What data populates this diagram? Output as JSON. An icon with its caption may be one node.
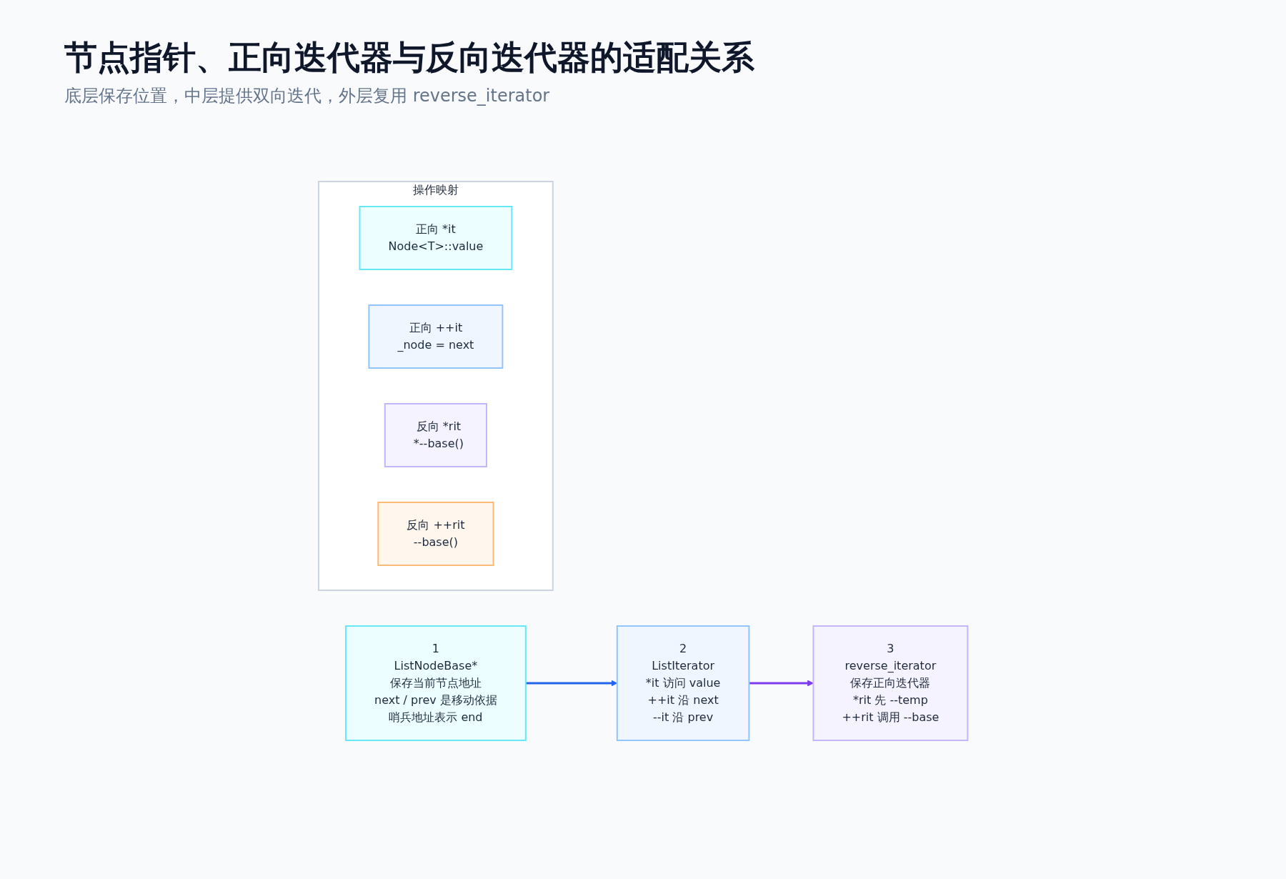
{
  "diagram": {
    "title": "节点指针、正向迭代器与反向迭代器的适配关系",
    "caption": "底层保存位置，中层提供双向迭代，外层复用 reverse_iterator",
    "nodes": [
      {
        "text": [
          "1",
          "ListNodeBase*",
          "保存当前节点地址",
          "next / prev 是移动依据",
          "哨兵地址表示 end"
        ]
      },
      {
        "text": [
          "2",
          "ListIterator",
          "*it 访问 value",
          "++it 沿 next",
          "--it 沿 prev"
        ]
      },
      {
        "text": [
          "3",
          "reverse_iterator",
          "保存正向迭代器",
          "*rit 先 --temp",
          "++rit 调用 --base"
        ]
      },
      {
        "text": [
          "操作映射"
        ]
      },
      {
        "text": [
          "正向 *it",
          "Node<T>::value"
        ],
        "in": 3
      },
      {
        "text": [
          "正向 ++it",
          "_node = next"
        ],
        "in": 3
      },
      {
        "text": [
          "反向 *rit",
          "*--base()"
        ],
        "in": 3
      },
      {
        "text": [
          "反向 ++rit",
          "--base()"
        ],
        "in": 3
      }
    ],
    "edges": [
      {
        "from": 0,
        "to": 1,
        "arrow": "to",
        "color": "#2563eb"
      },
      {
        "from": 1,
        "to": 2,
        "arrow": "to",
        "color": "#7c3aed"
      }
    ]
  }
}
